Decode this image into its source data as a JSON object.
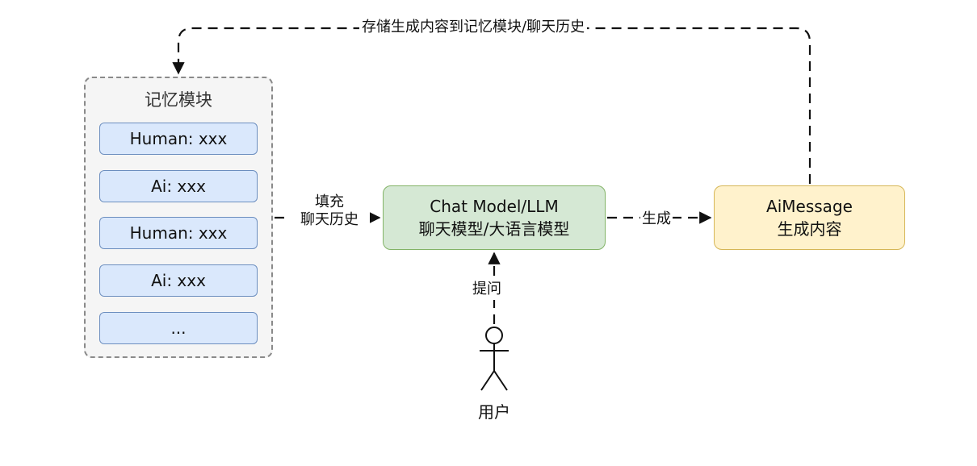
{
  "memory_module": {
    "title": "记忆模块",
    "items": [
      "Human: xxx",
      "Ai: xxx",
      "Human: xxx",
      "Ai: xxx",
      "..."
    ]
  },
  "chat_model": {
    "line1": "Chat Model/LLM",
    "line2": "聊天模型/大语言模型"
  },
  "ai_message": {
    "line1": "AiMessage",
    "line2": "生成内容"
  },
  "edges": {
    "store_label": "存储生成内容到记忆模块/聊天历史",
    "fill_label_1": "填充",
    "fill_label_2": "聊天历史",
    "generate_label": "生成",
    "ask_label": "提问"
  },
  "user": {
    "label": "用户"
  },
  "colors": {
    "memory_bg": "#f5f5f5",
    "memory_item_fill": "#dae8fc",
    "memory_item_border": "#6c8ebf",
    "chat_fill": "#d5e8d4",
    "chat_border": "#82b366",
    "ai_fill": "#fff2cc",
    "ai_border": "#d6b656"
  }
}
